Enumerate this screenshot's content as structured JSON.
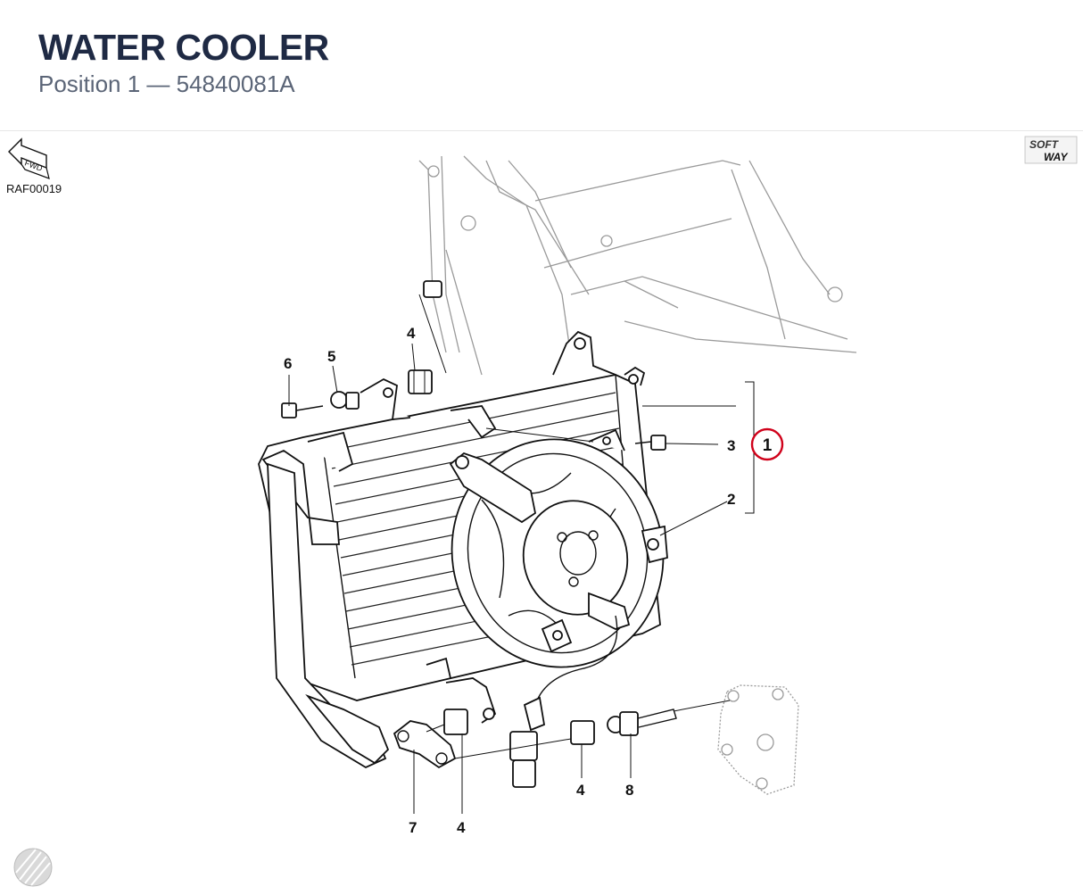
{
  "header": {
    "title": "WATER COOLER",
    "subtitle": "Position 1  —  54840081A"
  },
  "diagram": {
    "fwd_label": "FWD",
    "ref_code": "RAF00019",
    "logo_text_top": "SOFT",
    "logo_text_bottom": "WAY",
    "callouts": {
      "c6": "6",
      "c5": "5",
      "c4_top": "4",
      "c3": "3",
      "c2": "2",
      "c4_bottom_left": "4",
      "c7": "7",
      "c4_bottom_right": "4",
      "c8": "8"
    },
    "assembly_position": "1",
    "highlight_color": "#d0021b"
  }
}
